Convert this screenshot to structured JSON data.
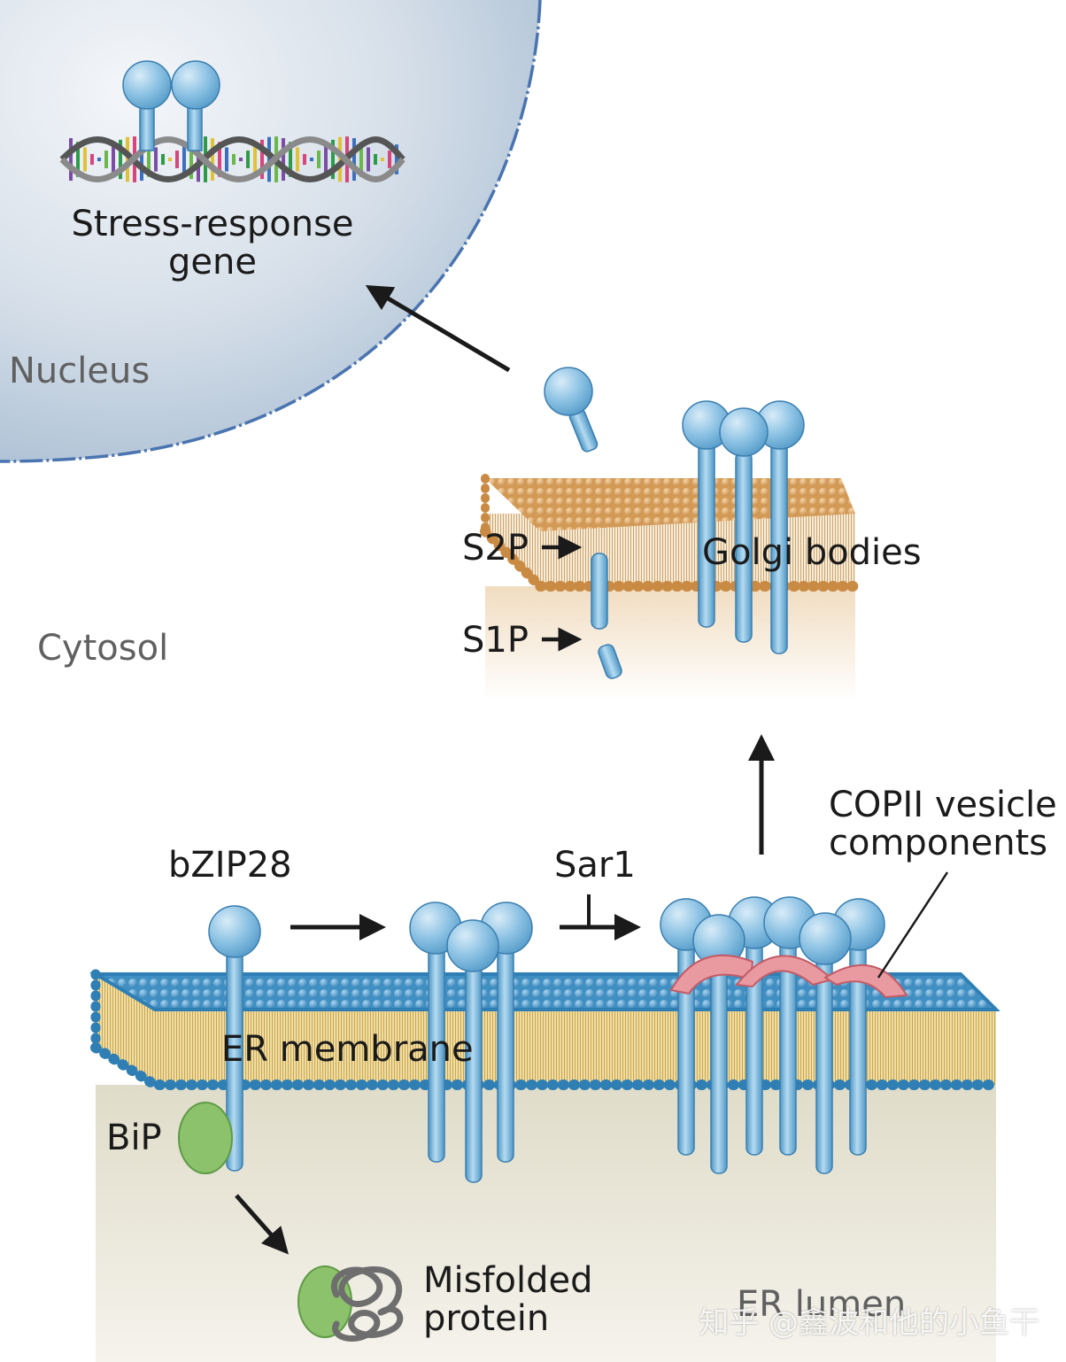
{
  "labels": {
    "stress_gene": "Stress-response\ngene",
    "nucleus": "Nucleus",
    "cytosol": "Cytosol",
    "s2p": "S2P",
    "s1p": "S1P",
    "golgi": "Golgi bodies",
    "copii": "COPII vesicle\ncomponents",
    "bzip28": "bZIP28",
    "sar1": "Sar1",
    "er_membrane": "ER membrane",
    "bip": "BiP",
    "misfolded": "Misfolded\nprotein",
    "er_lumen": "ER lumen"
  },
  "watermark": "知乎 @鑫波和他的小鱼干",
  "colors": {
    "nucleus_fill": "#c9d6e3",
    "nucleus_edge": "#4a74b0",
    "protein_head": "#7fb8dc",
    "protein_stem": "#6aa9d2",
    "protein_outline": "#3a7eb0",
    "er_head": "#3d8fc4",
    "er_tail": "#d8b56a",
    "golgi_head": "#d9a15e",
    "golgi_tail": "#e3c08a",
    "copii": "#e89aa0",
    "bip": "#8cc26b",
    "misfolded": "#6e6e6e",
    "lumen": "#ece9dc",
    "arrow": "#1a1a1a"
  },
  "icons": [
    "dna-helix-icon",
    "bzip28-protein-icon",
    "arrow-icon",
    "inhibition-arrow-icon"
  ]
}
